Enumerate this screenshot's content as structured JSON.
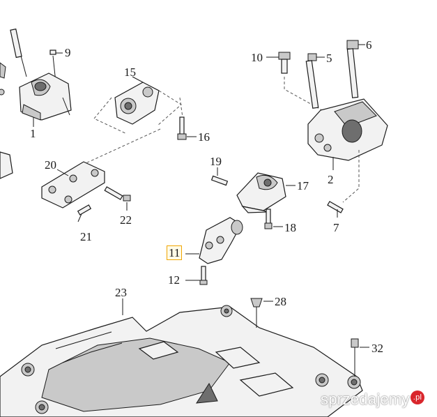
{
  "callouts": {
    "c1": "1",
    "c2": "2",
    "c5": "5",
    "c6": "6",
    "c7": "7",
    "c9": "9",
    "c10": "10",
    "c11": "11",
    "c12": "12",
    "c15": "15",
    "c16": "16",
    "c17": "17",
    "c18": "18",
    "c19": "19",
    "c20": "20",
    "c21": "21",
    "c22": "22",
    "c23": "23",
    "c28": "28",
    "c32": "32"
  },
  "watermark": {
    "text": "sprzedajemy",
    "badge": ".pl"
  },
  "colors": {
    "line": "#1a1a1a",
    "part_fill": "#f2f2f2",
    "part_shade": "#c9c9c9",
    "highlight": "#f0a500"
  }
}
